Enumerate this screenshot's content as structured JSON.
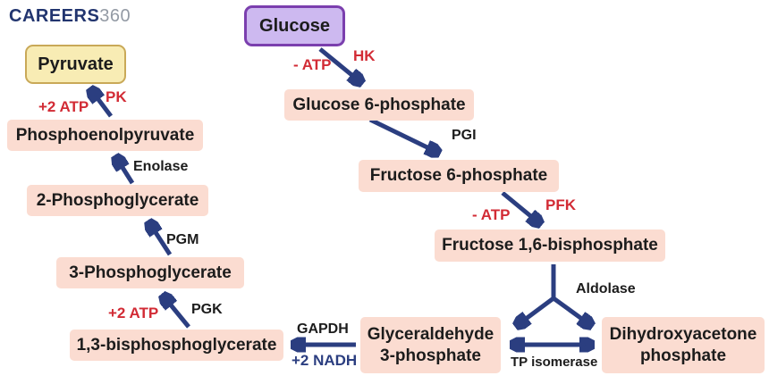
{
  "logo": {
    "brand": "CAREERS",
    "suffix": "360"
  },
  "diagram": {
    "nodes": {
      "glucose": "Glucose",
      "glucose6p": "Glucose 6-phosphate",
      "fructose6p": "Fructose 6-phosphate",
      "fructose16bp": "Fructose 1,6-bisphosphate",
      "glyceraldehyde3p": "Glyceraldehyde\n3-phosphate",
      "dhap": "Dihydroxyacetone\nphosphate",
      "bpg13": "1,3-bisphosphoglycerate",
      "pg3": "3-Phosphoglycerate",
      "pg2": "2-Phosphoglycerate",
      "pep": "Phosphoenolpyruvate",
      "pyruvate": "Pyruvate"
    },
    "enzymes": {
      "hk": "HK",
      "pgi": "PGI",
      "pfk": "PFK",
      "aldolase": "Aldolase",
      "tp_isomerase": "TP isomerase",
      "gapdh": "GAPDH",
      "pgk": "PGK",
      "pgm": "PGM",
      "enolase": "Enolase",
      "pk": "PK"
    },
    "cofactors": {
      "hk_atp": "- ATP",
      "pfk_atp": "- ATP",
      "gapdh_nadh": "+2 NADH",
      "pgk_atp": "+2 ATP",
      "pk_atp": "+2 ATP"
    },
    "colors": {
      "arrow_navy": "#2b3e80",
      "enzyme_black": "#1c1c1c",
      "cofactor_red": "#d22b35",
      "cofactor_navy": "#2b3e80",
      "node_fill_peach": "#fbdcd1",
      "glucose_fill": "#cdb9f0",
      "glucose_border": "#7b3fae",
      "pyruvate_fill": "#f8ecb4",
      "pyruvate_border": "#c9a958",
      "logo_navy": "#22356f",
      "logo_gray": "#939aa4"
    }
  }
}
